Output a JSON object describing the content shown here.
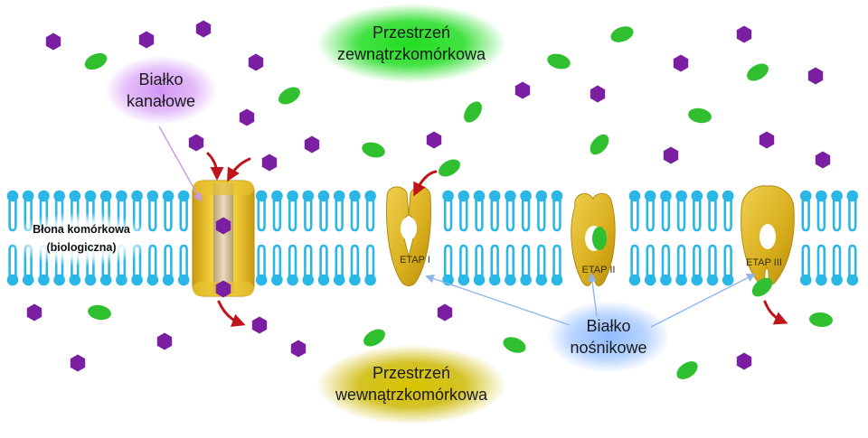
{
  "labels": {
    "extracellular": [
      "Przestrzeń",
      "zewnątrzkomórkowa"
    ],
    "intracellular": [
      "Przestrzeń",
      "wewnątrzkomórkowa"
    ],
    "channel_protein": [
      "Białko",
      "kanałowe"
    ],
    "carrier_protein": [
      "Białko",
      "nośnikowe"
    ],
    "membrane": [
      "Błona komórkowa",
      "(biologiczna)"
    ],
    "stage1": "ETAP I",
    "stage2": "ETAP II",
    "stage3": "ETAP III"
  },
  "colors": {
    "lipid": "#2ab7e6",
    "lipid_glow": "#3fd0f0",
    "protein": "#d9b21c",
    "protein_light": "#f2d75e",
    "hexagon": "#7a1fa2",
    "ellipse": "#2fbf2f",
    "arrow_red": "#c0141a",
    "pointer_blue": "#8fb6ea",
    "pointer_violet": "#c79ae8",
    "glow_green": "#1fd41f",
    "glow_yellow": "#c9b400",
    "glow_violet": "#c77cf0",
    "glow_blue": "#7fb0ff"
  },
  "icons": {
    "hexagon": "hexagon-molecule-icon",
    "ellipse": "ellipse-molecule-icon"
  }
}
